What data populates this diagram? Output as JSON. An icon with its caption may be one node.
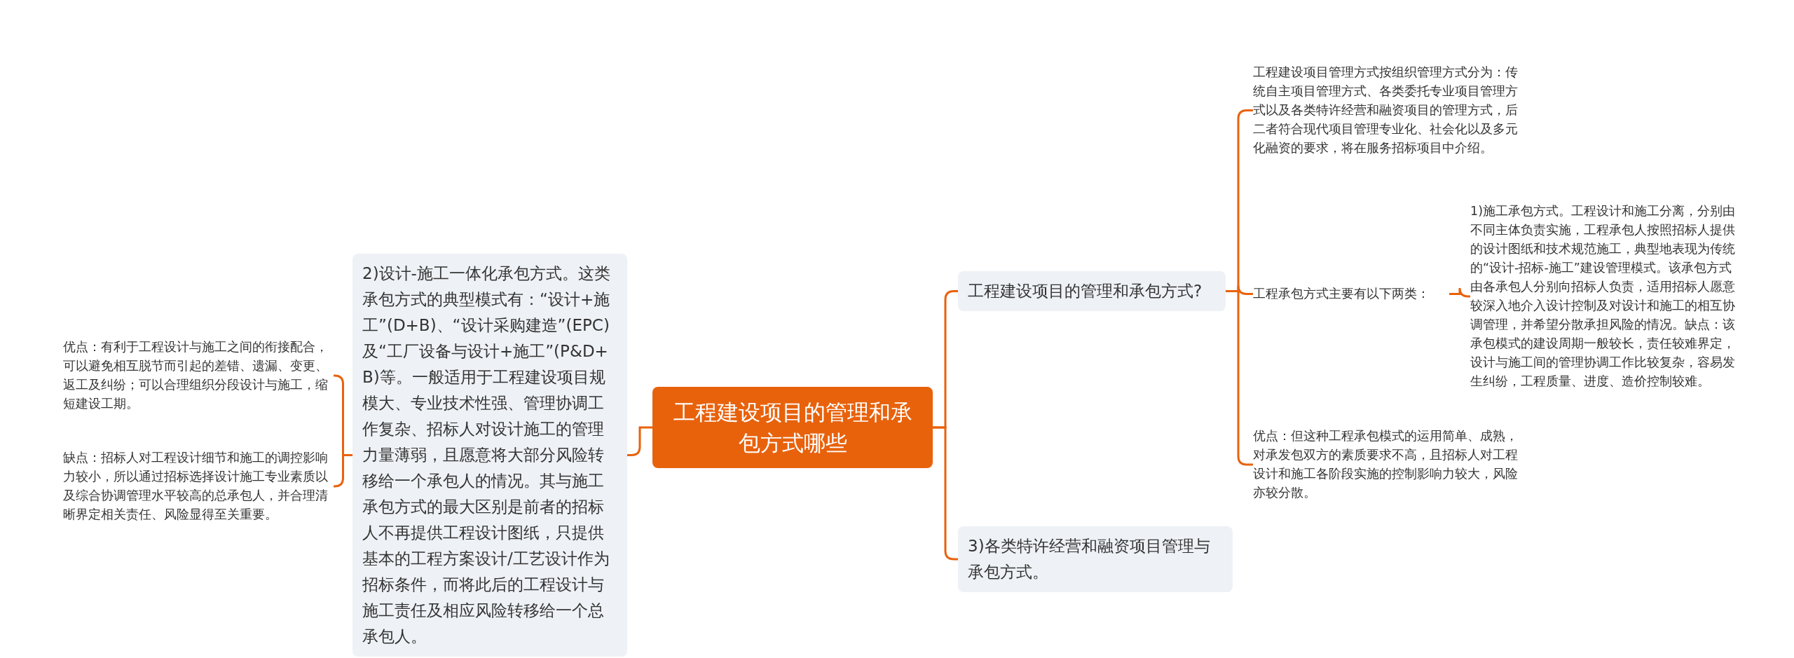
{
  "diagram": {
    "nodes": [
      {
        "text": [
          "工程建设项目的管理和承包方式哪些"
        ]
      },
      {
        "text": [
          "2)设计-施工一体化承包方式。这类承包方式的典型模式有：“设计+施工”(D+B)、“设计采购建造”(EPC)及“工厂设备与设计+施工”(P&D+B)等。一般适用于工程建设项目规模大、专业技术性强、管理协调工作复杂、招标人对设计施工的管理力量薄弱，且愿意将大部分风险转移给一个承包人的情况。其与施工承包方式的最大区别是前者的招标人不再提供工程设计图纸，只提供基本的工程方案设计/工艺设计作为招标条件，而将此后的工程设计与施工责任及相应风险转移给一个总承包人。"
        ]
      },
      {
        "text": [
          "优点：有利于工程设计与施工之间的衔接配合，可以避免相互脱节而引起的差错、遗漏、变更、返工及纠纷；可以合理组织分段设计与施工，缩短建设工期。"
        ]
      },
      {
        "text": [
          "缺点：招标人对工程设计细节和施工的调控影响力较小，所以通过招标选择设计施工专业素质以及综合协调管理水平较高的总承包人，并合理清晰界定相关责任、风险显得至关重要。"
        ]
      },
      {
        "text": [
          "工程建设项目的管理和承包方式?"
        ]
      },
      {
        "text": [
          "3)各类特许经营和融资项目管理与承包方式。"
        ]
      },
      {
        "text": [
          "工程建设项目管理方式按组织管理方式分为：传统自主项目管理方式、各类委托专业项目管理方式以及各类特许经营和融资项目的管理方式，后二者符合现代项目管理专业化、社会化以及多元化融资的要求，将在服务招标项目中介绍。"
        ]
      },
      {
        "text": [
          "工程承包方式主要有以下两类："
        ]
      },
      {
        "text": [
          "1)施工承包方式。工程设计和施工分离，分别由不同主体负责实施，工程承包人按照招标人提供的设计图纸和技术规范施工，典型地表现为传统的“设计-招标-施工”建设管理模式。该承包方式由各承包人分别向招标人负责，适用招标人愿意较深入地介入设计控制及对设计和施工的相互协调管理，并希望分散承担风险的情况。缺点：该承包模式的建设周期一般较长，责任较难界定，设计与施工间的管理协调工作比较复杂，容易发生纠纷，工程质量、进度、造价控制较难。"
        ]
      },
      {
        "text": [
          "优点：但这种工程承包模式的运用简单、成熟，对承发包双方的素质要求不高，且招标人对工程设计和施工各阶段实施的控制影响力较大，风险亦较分散。"
        ]
      }
    ],
    "edges": [
      {
        "from": 0,
        "to": 1,
        "arrow": "none"
      },
      {
        "from": 1,
        "to": 2,
        "arrow": "none"
      },
      {
        "from": 1,
        "to": 3,
        "arrow": "none"
      },
      {
        "from": 0,
        "to": 4,
        "arrow": "none"
      },
      {
        "from": 0,
        "to": 5,
        "arrow": "none"
      },
      {
        "from": 4,
        "to": 6,
        "arrow": "none"
      },
      {
        "from": 4,
        "to": 7,
        "arrow": "none"
      },
      {
        "from": 4,
        "to": 9,
        "arrow": "none"
      },
      {
        "from": 7,
        "to": 8,
        "arrow": "none"
      }
    ]
  }
}
